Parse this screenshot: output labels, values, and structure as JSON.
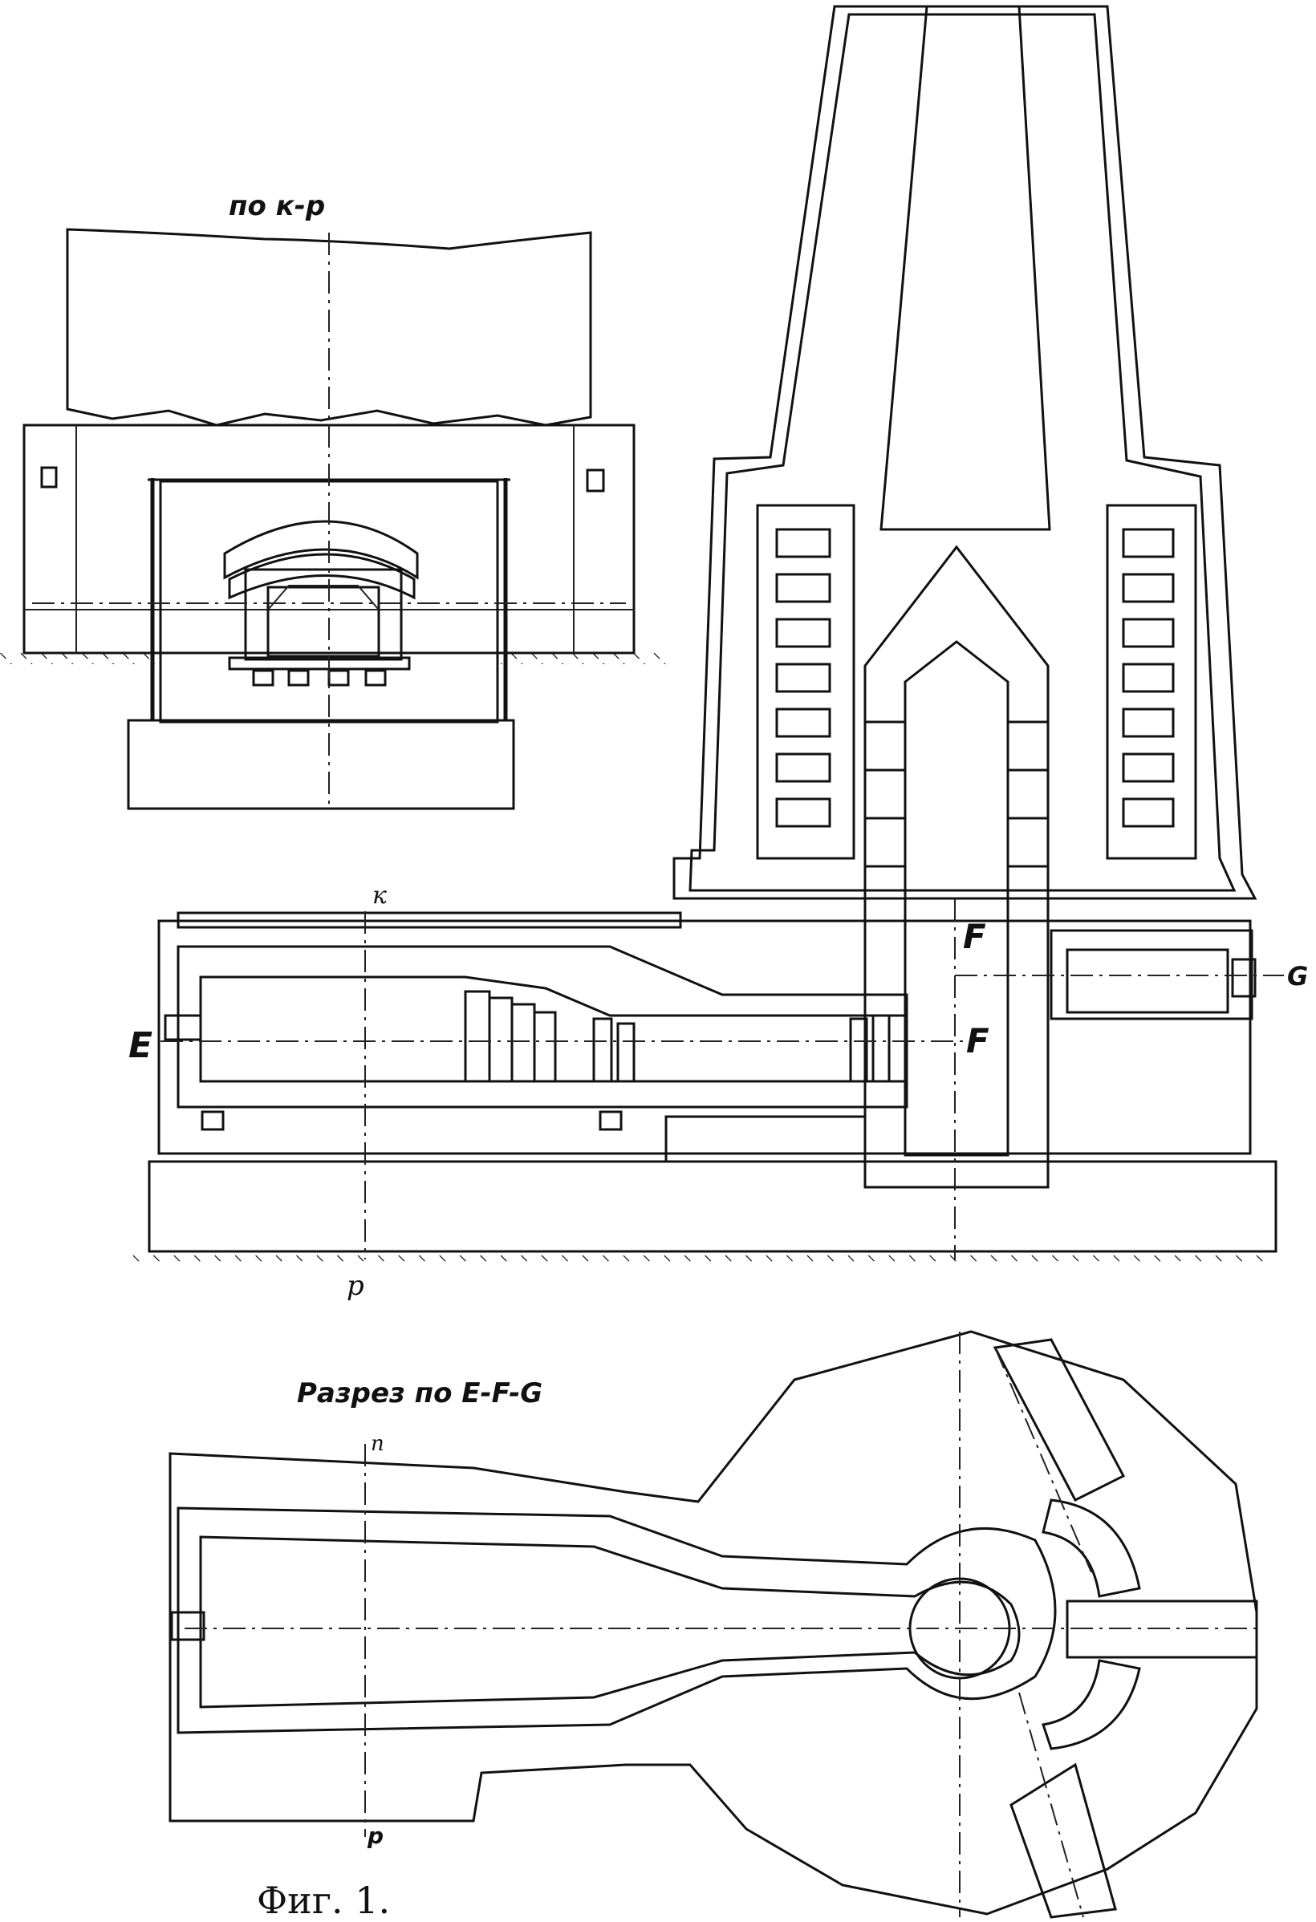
{
  "labels": {
    "top_left_section": "по  к-р",
    "point_k": "к",
    "point_p": "р",
    "point_e": "E",
    "point_f_top": "F",
    "point_f_mid": "F",
    "point_g": "G",
    "plan_section": "Разрез по E-F-G",
    "plan_a": "n",
    "plan_b": "p",
    "figure_caption": "Фиг. 1."
  }
}
